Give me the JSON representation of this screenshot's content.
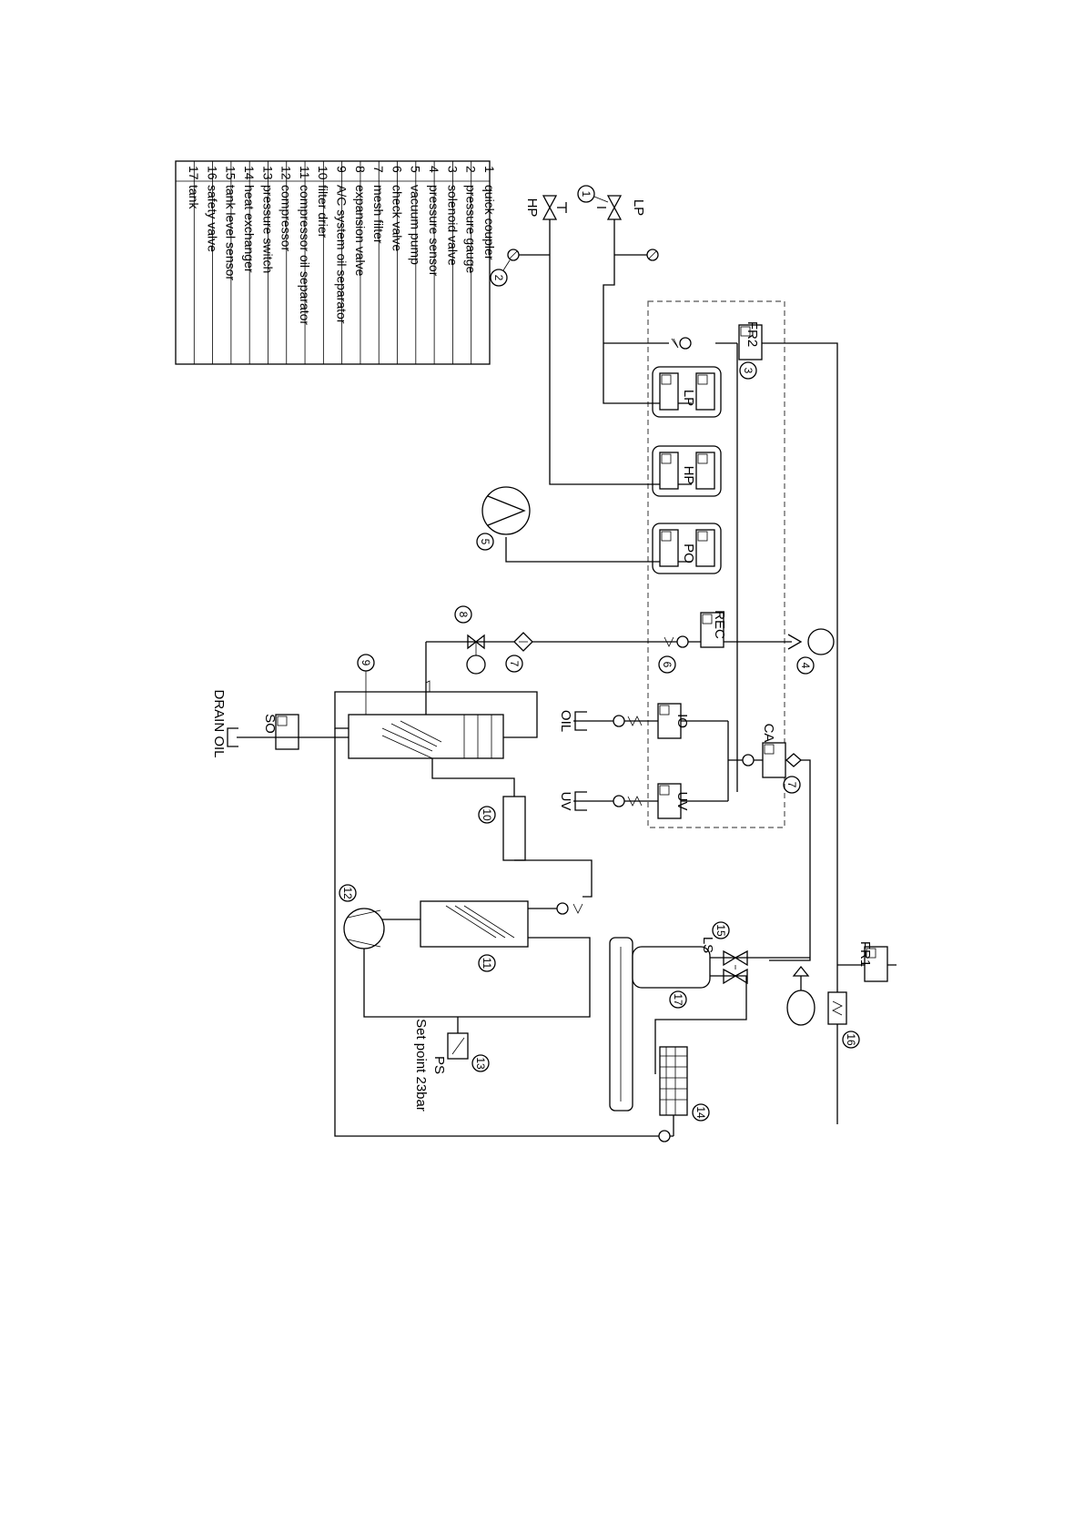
{
  "legend": [
    {
      "n": "1",
      "label": "quick coupler"
    },
    {
      "n": "2",
      "label": "pressure gauge"
    },
    {
      "n": "3",
      "label": "solenoid valve"
    },
    {
      "n": "4",
      "label": "pressure sensor"
    },
    {
      "n": "5",
      "label": "vacuum pump"
    },
    {
      "n": "6",
      "label": "check valve"
    },
    {
      "n": "7",
      "label": "mesh filter"
    },
    {
      "n": "8",
      "label": "expansion valve"
    },
    {
      "n": "9",
      "label": "A/C system oil separator"
    },
    {
      "n": "10",
      "label": "filter drier"
    },
    {
      "n": "11",
      "label": "compressor oil separator"
    },
    {
      "n": "12",
      "label": "compressor"
    },
    {
      "n": "13",
      "label": "pressure switch"
    },
    {
      "n": "14",
      "label": "heat exchanger"
    },
    {
      "n": "15",
      "label": "tank level sensor"
    },
    {
      "n": "16",
      "label": "safety valve"
    },
    {
      "n": "17",
      "label": "tank"
    }
  ],
  "labels": {
    "hp_coupler": "HP",
    "lp_coupler": "LP",
    "fr2": "FR2",
    "lp_valve": "LP",
    "hp_valve": "HP",
    "po_valve": "PO",
    "rec": "REC",
    "io_valve": "IO",
    "uv_valve": "UV",
    "ca": "CA",
    "oil": "OIL",
    "uv": "UV",
    "so": "SO",
    "drain_oil": "DRAIN OIL",
    "ls": "LS",
    "fr1": "FR1",
    "ps": "PS",
    "set_point": "Set point 23bar"
  }
}
